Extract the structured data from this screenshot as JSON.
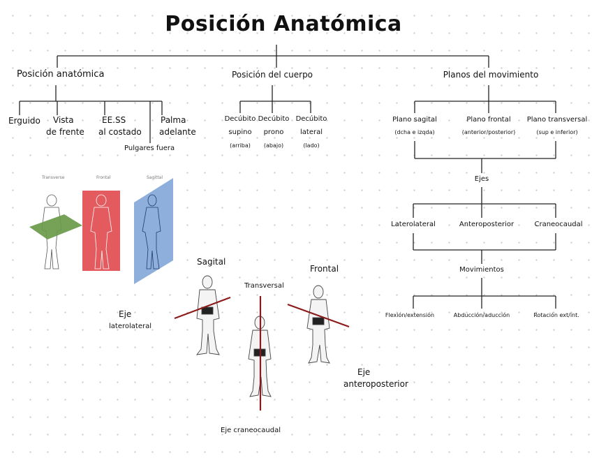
{
  "title": "Posición Anatómica",
  "branches": {
    "posicion": {
      "label": "Posición anatómica",
      "items": [
        {
          "line1": "Erguido",
          "line2": ""
        },
        {
          "line1": "Vista",
          "line2": "de frente"
        },
        {
          "line1": "EE.SS",
          "line2": "al costado"
        },
        {
          "line1": "Palma",
          "line2": "adelante"
        }
      ],
      "extra": "Pulgares fuera"
    },
    "cuerpo": {
      "label": "Posición del cuerpo",
      "items": [
        {
          "line1": "Decúbito",
          "line2": "supino",
          "line3": "(arriba)"
        },
        {
          "line1": "Decúbito",
          "line2": "prono",
          "line3": "(abajo)"
        },
        {
          "line1": "Decúbito",
          "line2": "lateral",
          "line3": "(lado)"
        }
      ]
    },
    "planos": {
      "label": "Planos del movimiento",
      "items": [
        {
          "line1": "Plano sagital",
          "line2": "(dcha e izqda)"
        },
        {
          "line1": "Plano frontal",
          "line2": "(anterior/posterior)"
        },
        {
          "line1": "Plano transversal",
          "line2": "(sup e inferior)"
        }
      ],
      "ejes_label": "Ejes",
      "ejes": [
        "Laterolateral",
        "Anteroposterior",
        "Craneocaudal"
      ],
      "mov_label": "Movimientos",
      "movimientos": [
        "Flexión/extensión",
        "Abducción/aducción",
        "Rotación ext/int."
      ]
    }
  },
  "planes_panel": {
    "labels": [
      "Transverse",
      "Frontal",
      "Sagittal"
    ],
    "colors": {
      "transverse": "#6a9a4a",
      "frontal": "#e35a5f",
      "sagittal": "#8eaedb"
    }
  },
  "axes_figure": {
    "sagital": "Sagital",
    "transversal": "Transversal",
    "frontal": "Frontal",
    "eje_latero_1": "Eje",
    "eje_latero_2": "laterolateral",
    "eje_antero_1": "Eje",
    "eje_antero_2": "anteroposterior",
    "eje_craneo": "Eje craneocaudal",
    "axis_color": "#8b1a1a"
  }
}
